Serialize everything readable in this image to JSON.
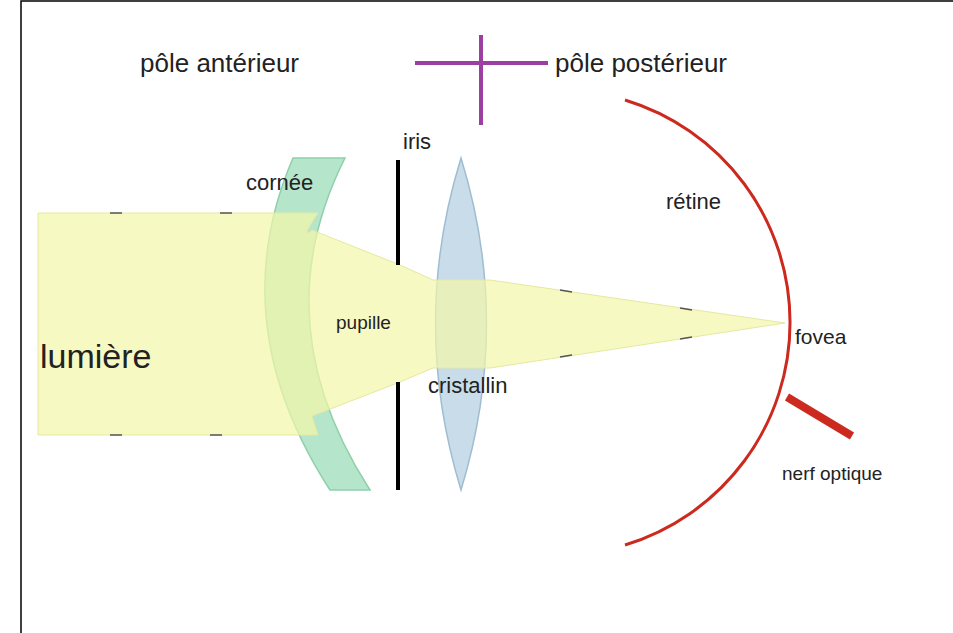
{
  "diagram": {
    "labels": [
      "pôle antérieur",
      "pôle postérieur",
      "iris",
      "cornée",
      "rétine",
      "pupille",
      "fovea",
      "lumière",
      "cristallin",
      "nerf optique"
    ]
  }
}
